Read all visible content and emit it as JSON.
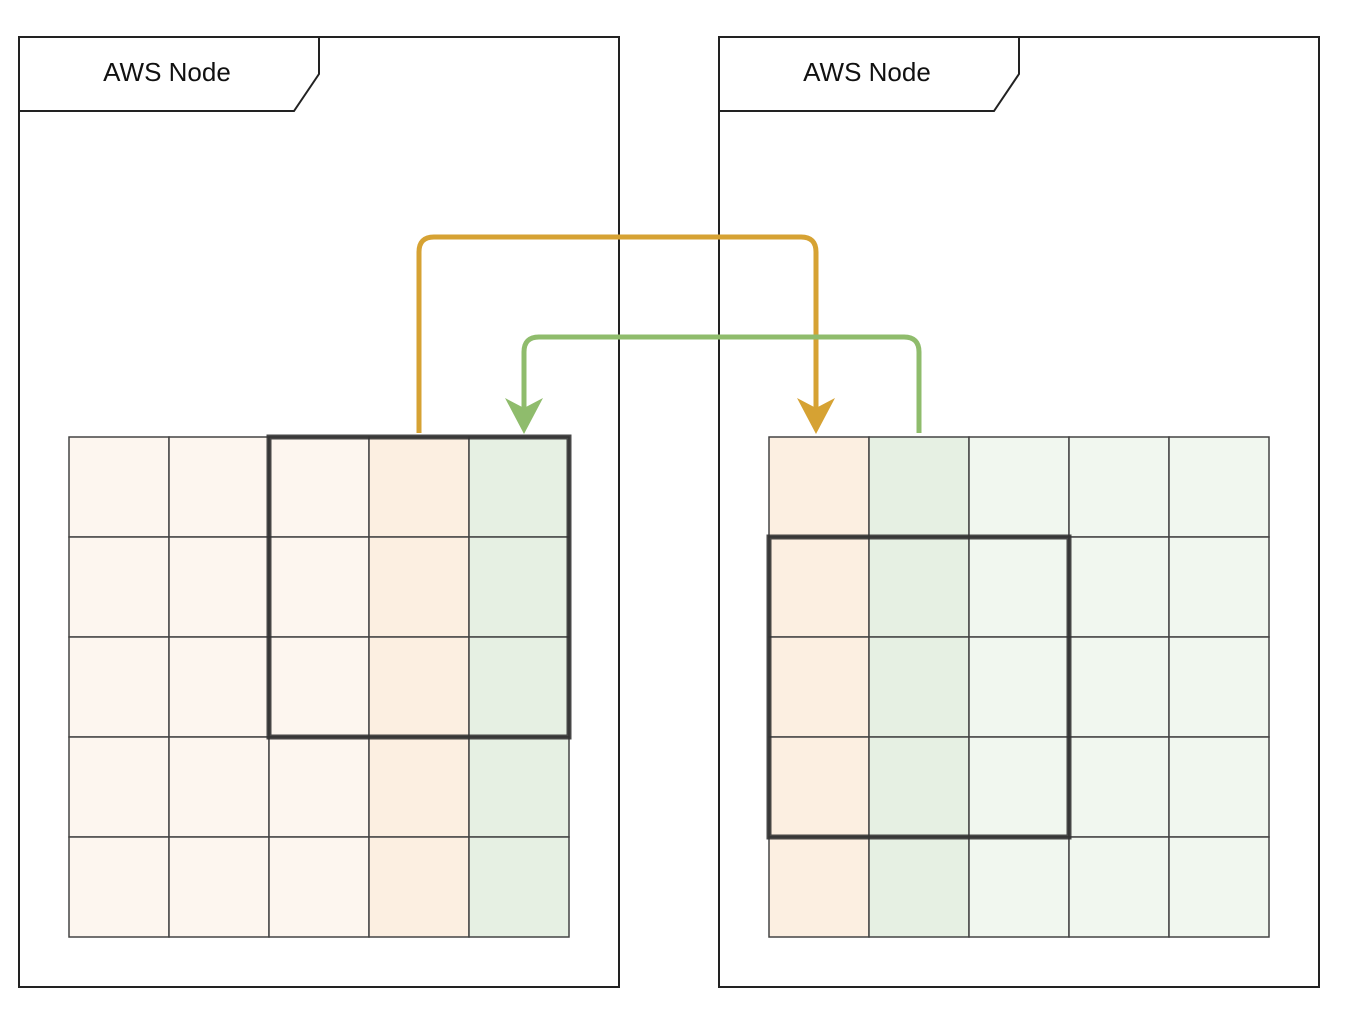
{
  "nodes": [
    {
      "label": "AWS Node"
    },
    {
      "label": "AWS Node"
    }
  ],
  "grid": {
    "rows": 5,
    "cols": 5
  },
  "grids": [
    {
      "col_colors": [
        "#fdf6ef",
        "#fdf6ef",
        "#fdf6ef",
        "#fcefe1",
        "#e6f0e3"
      ]
    },
    {
      "col_colors": [
        "#fcefe1",
        "#e6f0e3",
        "#f1f7ef",
        "#f1f7ef",
        "#f1f7ef"
      ]
    }
  ],
  "colors": {
    "node_border": "#222222",
    "cell_border": "#444444",
    "highlight_border": "#333333",
    "orange_arrow": "#d6a233",
    "green_arrow": "#8fbc6c"
  }
}
